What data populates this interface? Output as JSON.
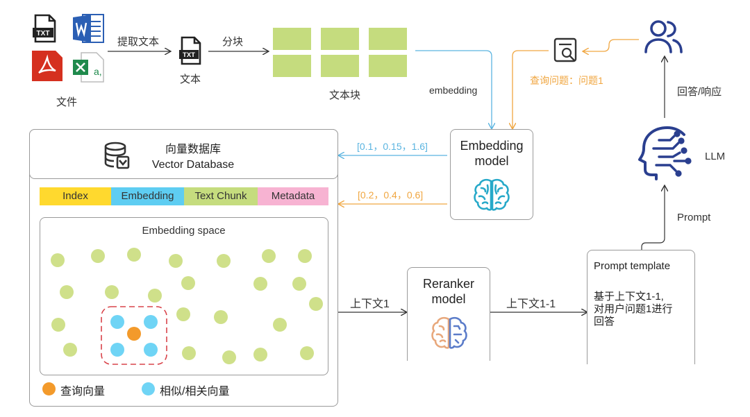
{
  "files": {
    "caption": "文件",
    "icons": [
      "txt-file-icon",
      "word-file-icon",
      "pdf-file-icon",
      "excel-file-icon"
    ],
    "txt_badge": "TXT"
  },
  "flow": {
    "extract_label": "提取文本",
    "text_label": "文本",
    "split_label": "分块",
    "chunks_label": "文本块",
    "embedding_label": "embedding",
    "query_label": "查询问题：问题1",
    "answer_label": "回答/响应",
    "llm_label": "LLM",
    "prompt_label": "Prompt",
    "context_label": "上下文1",
    "context_rerank_label": "上下文1-1",
    "vec_blue": "[0.1，0.15，1.6]",
    "vec_orange": "[0.2，0.4，0.6]"
  },
  "embedding_model": {
    "line1": "Embedding",
    "line2": "model"
  },
  "reranker_model": {
    "line1": "Reranker",
    "line2": "model"
  },
  "vector_db": {
    "title_cn": "向量数据库",
    "title_en": "Vector Database",
    "tags": [
      {
        "label": "Index",
        "color": "#ffd92e"
      },
      {
        "label": "Embedding",
        "color": "#5ecdf2"
      },
      {
        "label": "Text Chunk",
        "color": "#c5dc7e"
      },
      {
        "label": "Metadata",
        "color": "#f7b3d2"
      }
    ],
    "space_title": "Embedding space",
    "legend": [
      {
        "label": "查询向量",
        "color": "#f39a2b"
      },
      {
        "label": "相似/相关向量",
        "color": "#6fd4f5"
      }
    ]
  },
  "prompt_template": {
    "title": "Prompt template",
    "body_lines": [
      "基于上下文1-1,",
      "对用户问题1进行",
      "回答"
    ]
  },
  "colors": {
    "blue_line": "#5ab4e0",
    "orange_line": "#f0a640",
    "green_dot": "#cfe08a",
    "navy_icon": "#2a3f8f",
    "dashed_red": "#d9434a"
  }
}
